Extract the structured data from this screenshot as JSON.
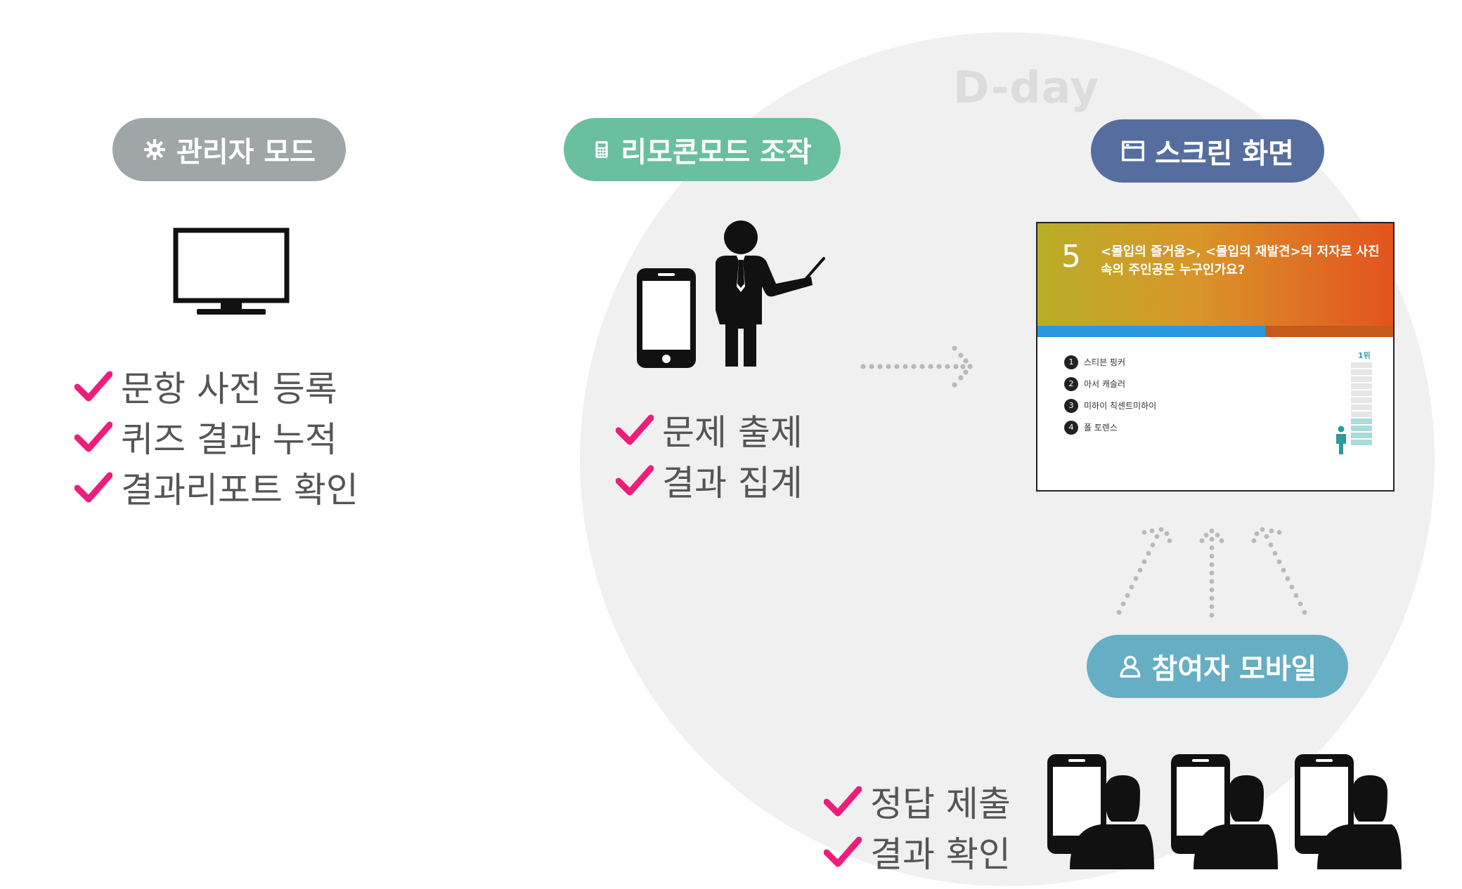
{
  "dday_label": "D-day",
  "pills": {
    "admin": "관리자 모드",
    "remote": "리모콘모드 조작",
    "screen": "스크린 화면",
    "mobile": "참여자 모바일"
  },
  "admin_checks": [
    "문항 사전 등록",
    "퀴즈 결과 누적",
    "결과리포트 확인"
  ],
  "remote_checks": [
    "문제 출제",
    "결과 집계"
  ],
  "mobile_checks": [
    "정답 제출",
    "결과 확인"
  ],
  "screen": {
    "question_number": "5",
    "question_text": "<몰입의 즐거움>, <몰입의 재발견>의 저자로 사진 속의 주인공은 누구인가요?",
    "progress": 0.64,
    "options": [
      {
        "num": "1",
        "label": "스티븐 핑커"
      },
      {
        "num": "2",
        "label": "아서 캐슬러"
      },
      {
        "num": "3",
        "label": "미하이 칙센트미하이"
      },
      {
        "num": "4",
        "label": "폴 토렌스"
      }
    ],
    "rank_label": "1위"
  },
  "colors": {
    "check": "#ee1d7b",
    "admin": "#9ea6a8",
    "remote": "#6abf9f",
    "screen": "#566e9f",
    "mobile": "#66aec4",
    "circle": "#f0f0f0"
  },
  "icons": [
    "gear-icon",
    "remote-icon",
    "window-icon",
    "user-icon",
    "monitor-icon",
    "smartphone-icon",
    "presenter-icon",
    "dotted-arrow-icon",
    "participant-icon",
    "check-icon"
  ]
}
